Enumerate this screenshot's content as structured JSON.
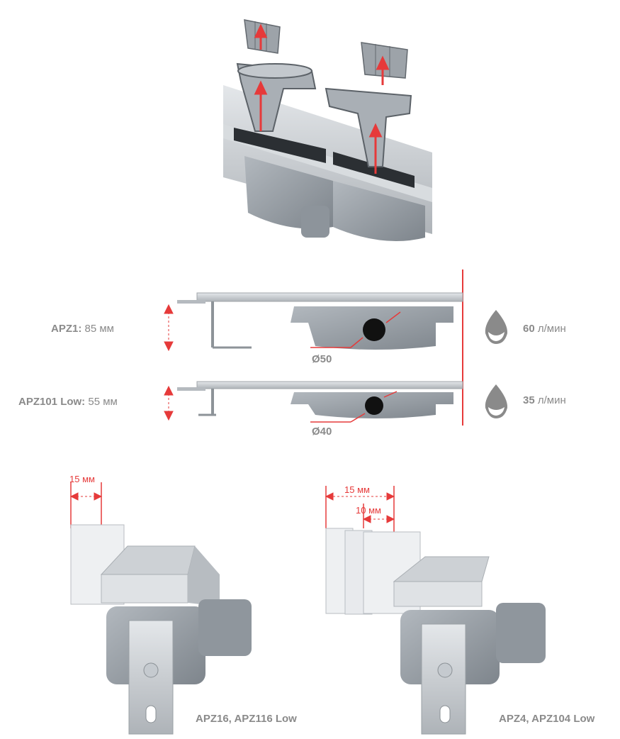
{
  "profiles": [
    {
      "name": "APZ1:",
      "height": "85 мм",
      "diameter": "Ø50",
      "flow_value": "60",
      "flow_unit": "л/мин"
    },
    {
      "name": "APZ101 Low:",
      "height": "55 мм",
      "diameter": "Ø40",
      "flow_value": "35",
      "flow_unit": "л/мин"
    }
  ],
  "wall_left": {
    "offset": "15 мм",
    "caption": "APZ16, APZ116 Low"
  },
  "wall_right": {
    "offset_outer": "15 мм",
    "offset_inner": "10 мм",
    "caption": "APZ4, APZ104 Low"
  },
  "colors": {
    "accent": "#e63a3a",
    "text": "#8a8a8a",
    "metal": "#c9cdd1",
    "plastic": "#9aa1a8"
  },
  "icons": [
    "water-drop-icon",
    "arrow-up-icon",
    "dimension-arrow-icon"
  ]
}
